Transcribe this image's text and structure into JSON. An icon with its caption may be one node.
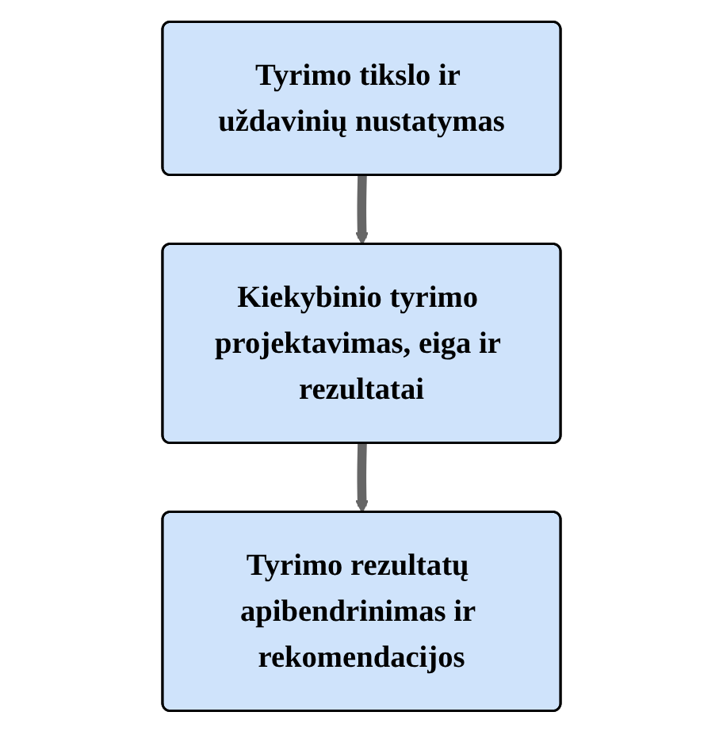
{
  "diagram": {
    "nodes": [
      {
        "text": [
          "Tyrimo tikslo ir uždavinių nustatymas"
        ]
      },
      {
        "text": [
          "Kiekybinio tyrimo projektavimas, eiga ir rezultatai"
        ]
      },
      {
        "text": [
          "Tyrimo rezultatų apibendrinimas ir rekomendacijos"
        ]
      }
    ],
    "edges": [
      {
        "from": 0,
        "to": 1,
        "arrow": "to"
      },
      {
        "from": 1,
        "to": 2,
        "arrow": "to"
      }
    ]
  }
}
